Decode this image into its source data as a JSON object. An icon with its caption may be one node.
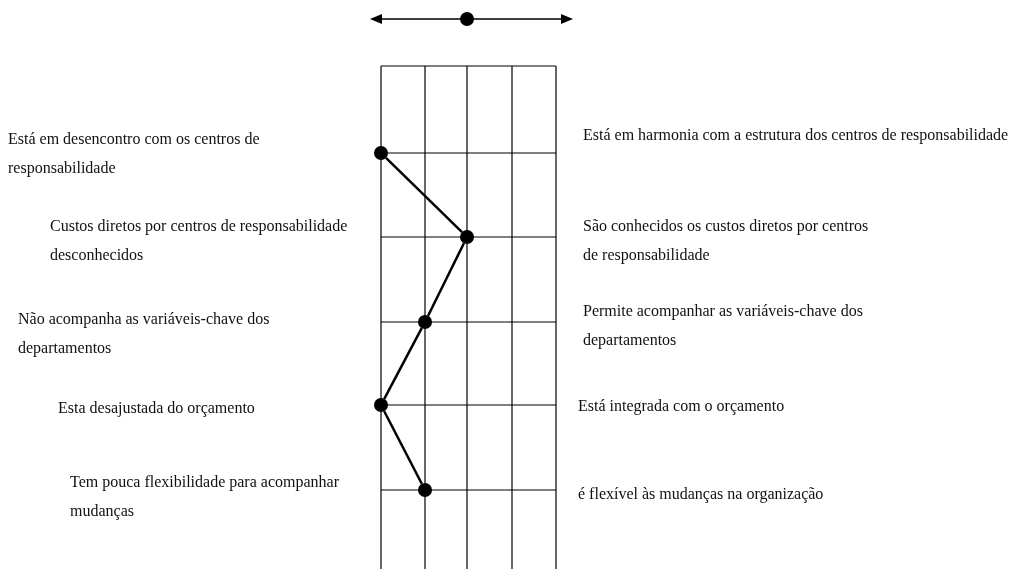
{
  "diagram": {
    "nodes": [
      {
        "text": [],
        "shape": "circle"
      },
      {
        "text": [],
        "shape": "circle"
      },
      {
        "text": [],
        "shape": "circle"
      },
      {
        "text": [],
        "shape": "circle"
      },
      {
        "text": [],
        "shape": "circle"
      }
    ],
    "edges": [
      {
        "from": 0,
        "to": 1,
        "arrow": "none"
      },
      {
        "from": 1,
        "to": 2,
        "arrow": "none"
      },
      {
        "from": 2,
        "to": 3,
        "arrow": "none"
      },
      {
        "from": 3,
        "to": 4,
        "arrow": "none"
      }
    ],
    "labels": [
      "Está em desencontro com os centros de responsabilidade",
      "Está em harmonia com a estrutura dos centros de responsabilidade",
      "Custos diretos por centros de responsabilidade desconhecidos",
      "São conhecidos os custos diretos por centros de responsabilidade",
      "Não acompanha as variáveis-chave dos departamentos",
      "Permite acompanhar as variáveis-chave dos departamentos",
      "Esta desajustada do orçamento",
      "Está integrada com o orçamento",
      "Tem pouca flexibilidade para acompanhar mudanças",
      "é flexível às mudanças na organização"
    ]
  }
}
